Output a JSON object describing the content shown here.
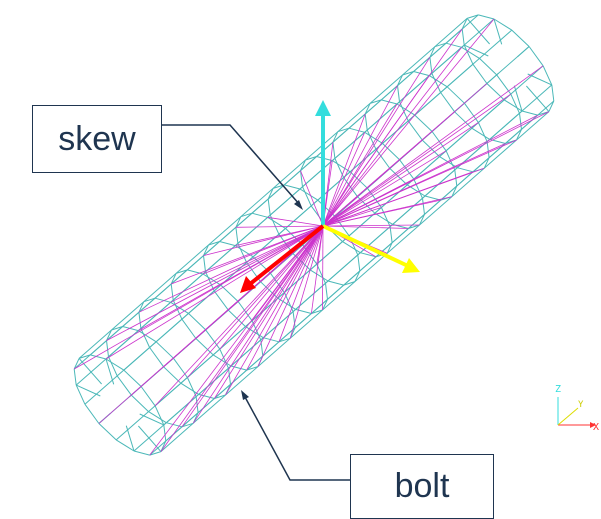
{
  "labels": {
    "skew": "skew",
    "bolt": "bolt"
  },
  "triad": {
    "z": "Z",
    "y": "Y",
    "x": "X"
  },
  "colors": {
    "mesh": "#4bb8b8",
    "spokes": "#cc33cc",
    "axis_x": "#ff0000",
    "axis_y": "#ffff00",
    "axis_z": "#33dddd",
    "callout": "#1f3550"
  }
}
